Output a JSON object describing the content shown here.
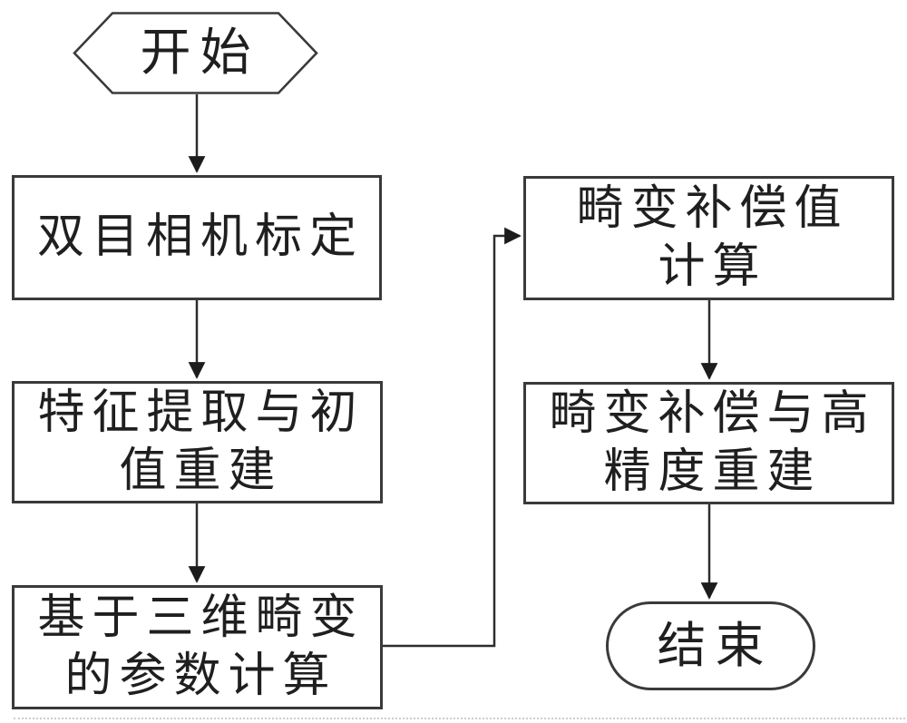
{
  "palette": {
    "background": "#ffffff",
    "line_color": "#2d2d2d",
    "border_color": "#3a3a3a",
    "text_color": "#1f1f1f",
    "dotted_line_color": "#d4c9c9"
  },
  "flowchart": {
    "nodes": {
      "start": {
        "shape": "hexagon",
        "label": "开始"
      },
      "calibration": {
        "shape": "process",
        "label": "双目相机标定"
      },
      "feature_extraction": {
        "shape": "process",
        "label": "特征提取与初\n值重建"
      },
      "distortion_params": {
        "shape": "process",
        "label": "基于三维畸变\n的参数计算"
      },
      "compensation_value": {
        "shape": "process",
        "label": "畸变补偿值\n计算"
      },
      "compensation_reconstruction": {
        "shape": "process",
        "label": "畸变补偿与高\n精度重建"
      },
      "end": {
        "shape": "terminator",
        "label": "结束"
      }
    },
    "edges": [
      {
        "from": "start",
        "to": "calibration"
      },
      {
        "from": "calibration",
        "to": "feature_extraction"
      },
      {
        "from": "feature_extraction",
        "to": "distortion_params"
      },
      {
        "from": "distortion_params",
        "to": "compensation_value"
      },
      {
        "from": "compensation_value",
        "to": "compensation_reconstruction"
      },
      {
        "from": "compensation_reconstruction",
        "to": "end"
      }
    ]
  }
}
